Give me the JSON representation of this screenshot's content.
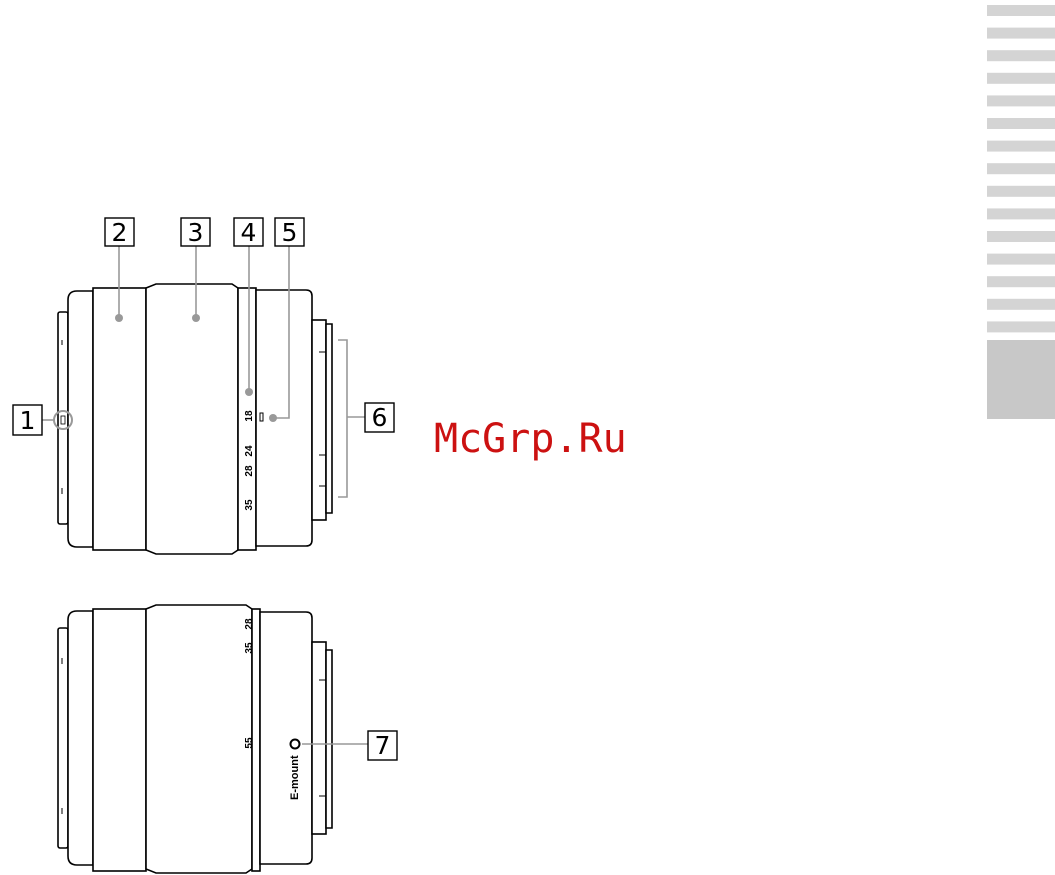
{
  "callouts": [
    {
      "id": "1",
      "label": "1"
    },
    {
      "id": "2",
      "label": "2"
    },
    {
      "id": "3",
      "label": "3"
    },
    {
      "id": "4",
      "label": "4"
    },
    {
      "id": "5",
      "label": "5"
    },
    {
      "id": "6",
      "label": "6"
    },
    {
      "id": "7",
      "label": "7"
    }
  ],
  "zoom_scale_top": [
    "18",
    "24",
    "28",
    "35"
  ],
  "zoom_scale_bottom": [
    "28",
    "35",
    "55"
  ],
  "mount_label": "E-mount",
  "watermark": "McGrp.Ru",
  "side_tabs": {
    "stripe_count": 15,
    "active_index": 15
  },
  "colors": {
    "leader": "#999999",
    "watermark": "#cc1111",
    "tab": "#d4d4d4"
  }
}
